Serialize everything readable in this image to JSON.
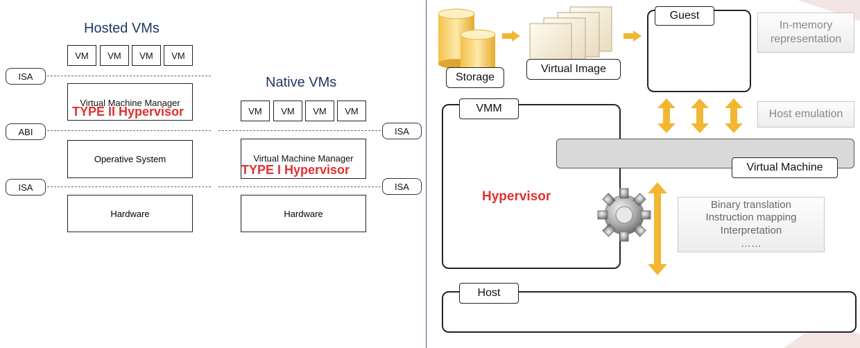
{
  "left": {
    "hosted": {
      "title": "Hosted VMs",
      "vms": [
        "VM",
        "VM",
        "VM",
        "VM"
      ],
      "vmm_label": "Virtual Machine Manager",
      "hypervisor_type": "TYPE II Hypervisor",
      "os_label": "Operative System",
      "hardware_label": "Hardware",
      "interfaces": [
        "ISA",
        "ABI",
        "ISA"
      ]
    },
    "native": {
      "title": "Native VMs",
      "vms": [
        "VM",
        "VM",
        "VM",
        "VM"
      ],
      "vmm_label": "Virtual Machine Manager",
      "hypervisor_type": "TYPE I Hypervisor",
      "hardware_label": "Hardware",
      "interfaces": [
        "ISA",
        "ISA"
      ]
    }
  },
  "right": {
    "storage_label": "Storage",
    "virtual_image_label": "Virtual Image",
    "guest_label": "Guest",
    "in_memory_label": "In-memory representation",
    "vmm_label": "VMM",
    "host_emulation_label": "Host emulation",
    "virtual_machine_label": "Virtual Machine",
    "hypervisor_label": "Hypervisor",
    "techniques": [
      "Binary translation",
      "Instruction mapping",
      "Interpretation",
      "……"
    ],
    "host_label": "Host",
    "colors": {
      "accent_red": "#e03030",
      "title_blue": "#1f3864",
      "arrow_gold": "#f2b632"
    }
  }
}
